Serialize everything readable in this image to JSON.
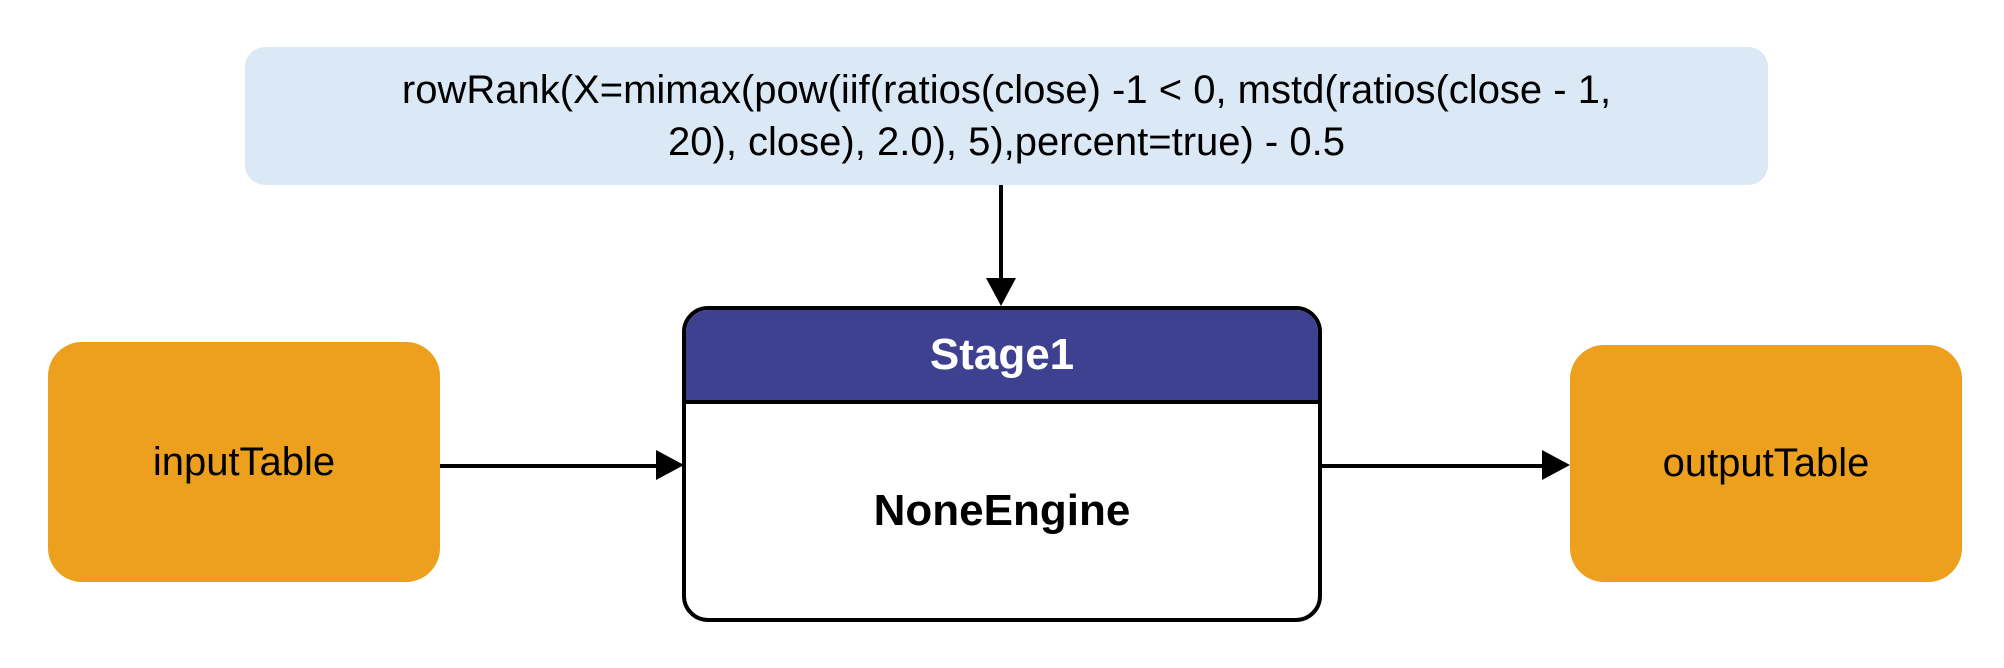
{
  "diagram": {
    "formula": {
      "text": "rowRank(X=mimax(pow(iif(ratios(close) -1 < 0, mstd(ratios(close - 1,\n20), close), 2.0), 5),percent=true) - 0.5"
    },
    "stage": {
      "title": "Stage1",
      "engine": "NoneEngine"
    },
    "input": {
      "label": "inputTable"
    },
    "output": {
      "label": "outputTable"
    },
    "colors": {
      "formula_bg": "#dbe8f5",
      "stage_header": "#3d4190",
      "stage_header_text": "#ffffff",
      "node_orange": "#eda01d",
      "edge": "#000000",
      "canvas_bg": "#ffffff"
    }
  }
}
